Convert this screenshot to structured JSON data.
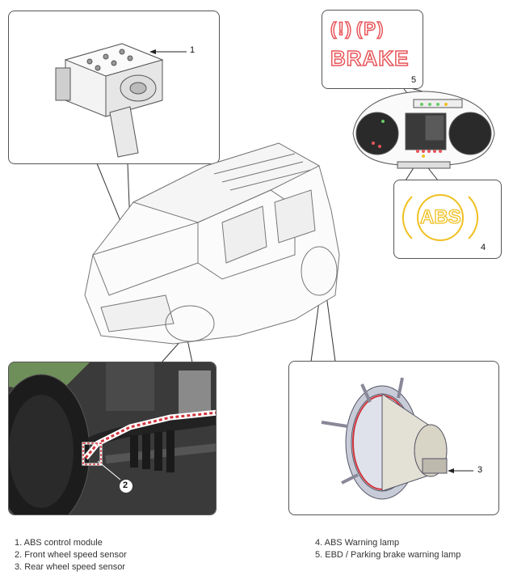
{
  "callouts": {
    "c1": "1",
    "c2": "2",
    "c3": "3",
    "c4": "4",
    "c5": "5"
  },
  "lamps": {
    "abs_text": "ABS",
    "brake_text": "BRAKE",
    "warn_symbol": "(!)",
    "park_symbol": "(P)"
  },
  "legend": {
    "left": [
      "1. ABS control module",
      "2. Front wheel speed sensor",
      "3. Rear wheel speed sensor"
    ],
    "right": [
      "4. ABS Warning lamp",
      "5. EBD / Parking brake warning lamp"
    ]
  },
  "colors": {
    "warning_red": "#e8555a",
    "abs_amber": "#f0c020",
    "sensor_red": "#d0343c"
  }
}
